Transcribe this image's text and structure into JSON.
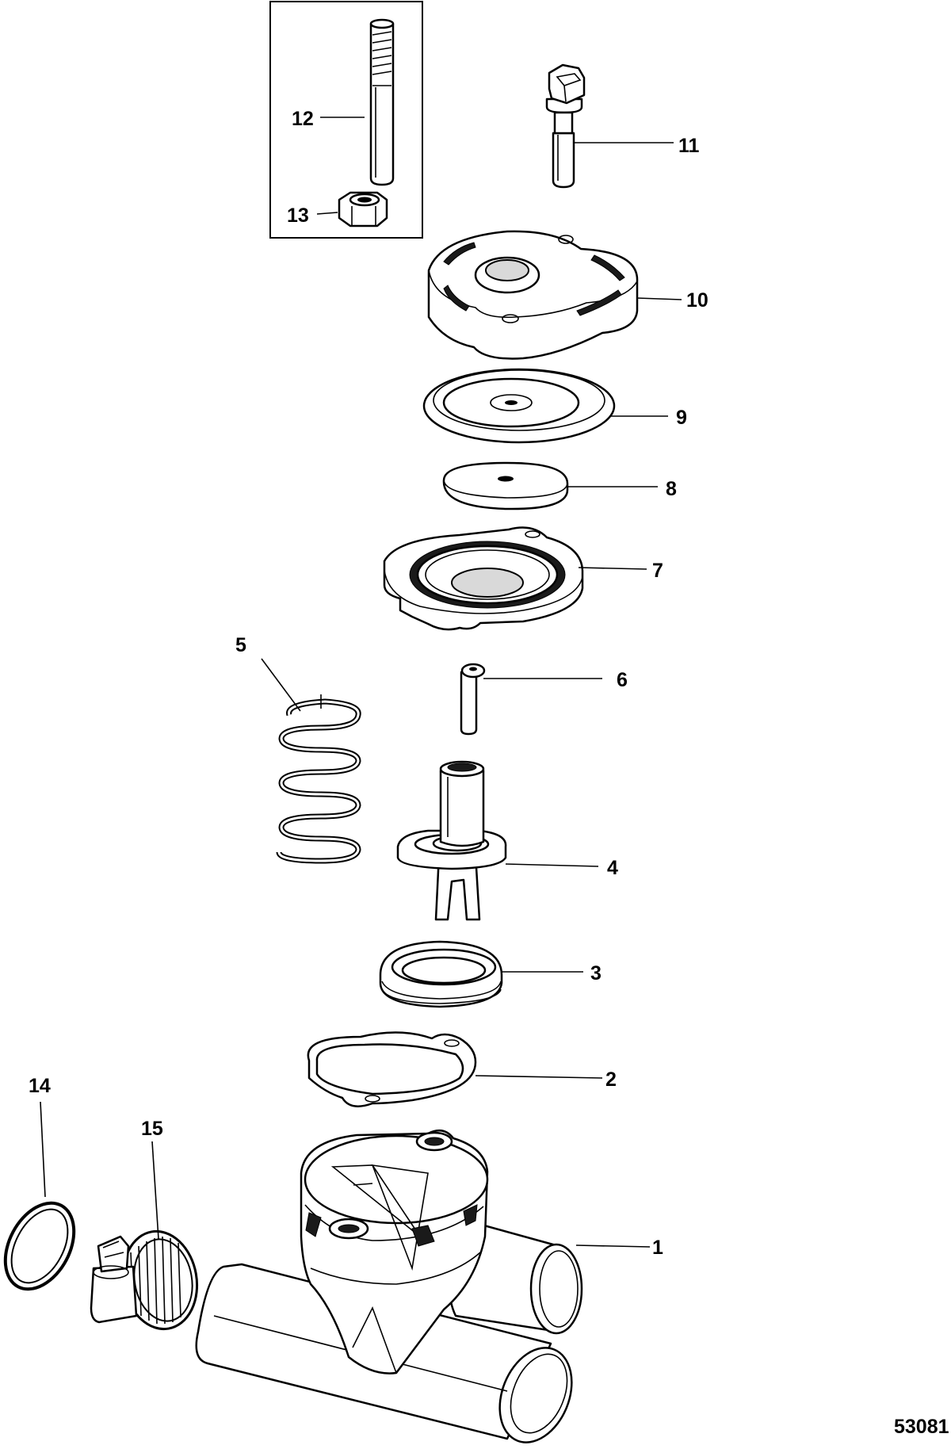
{
  "diagram_id": "53081",
  "callouts": [
    "1",
    "2",
    "3",
    "4",
    "5",
    "6",
    "7",
    "8",
    "9",
    "10",
    "11",
    "12",
    "13",
    "14",
    "15"
  ]
}
